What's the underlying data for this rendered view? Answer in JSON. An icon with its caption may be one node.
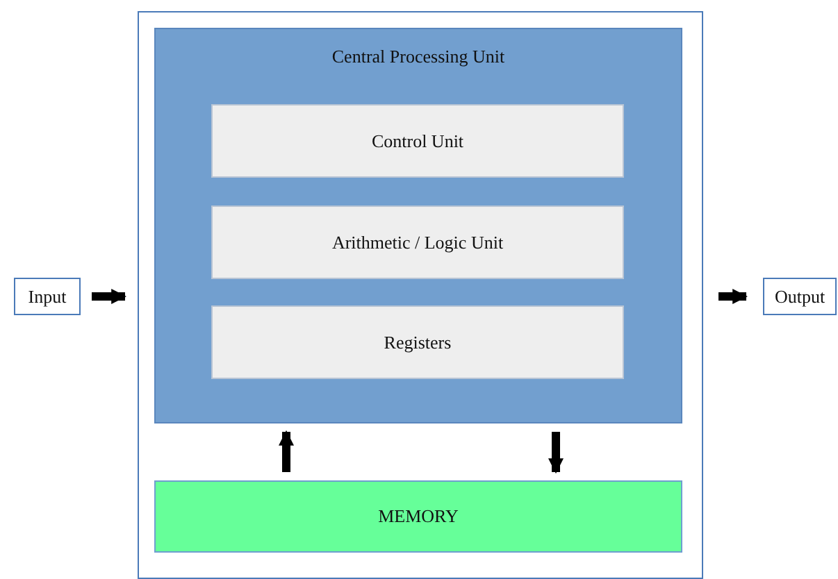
{
  "diagram": {
    "nodes": [
      {
        "text": [
          "Input"
        ]
      },
      {
        "text": [],
        "shape": "box"
      },
      {
        "text": [
          "Central Processing Unit"
        ],
        "in": 1
      },
      {
        "text": [
          "Control Unit"
        ],
        "in": 2
      },
      {
        "text": [
          "Arithmetic / Logic Unit"
        ],
        "in": 2
      },
      {
        "text": [
          "Registers"
        ],
        "in": 2
      },
      {
        "text": [
          "MEMORY"
        ],
        "in": 1
      },
      {
        "text": [
          "Output"
        ]
      }
    ],
    "edges": [
      {
        "from": 0,
        "to": 1,
        "arrow": "to"
      },
      {
        "from": 1,
        "to": 7,
        "arrow": "to"
      },
      {
        "from": 6,
        "to": 2,
        "arrow": "to"
      },
      {
        "from": 2,
        "to": 6,
        "arrow": "to"
      }
    ]
  }
}
